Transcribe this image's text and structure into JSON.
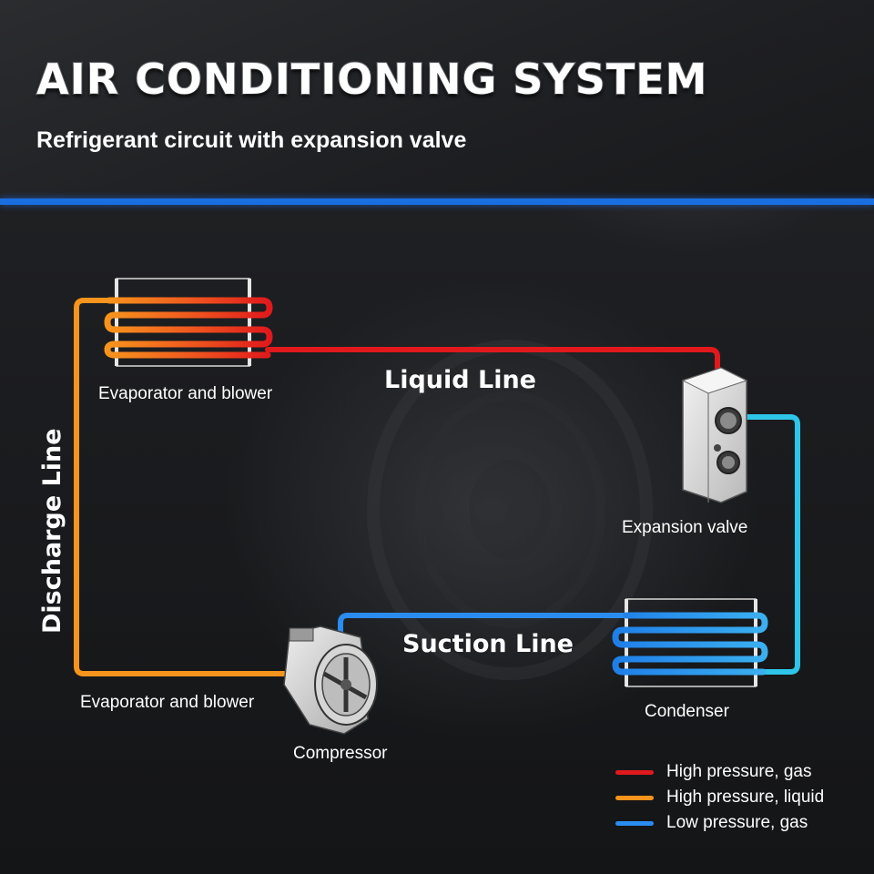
{
  "header": {
    "title": "AIR CONDITIONING SYSTEM",
    "subtitle": "Refrigerant circuit with expansion valve"
  },
  "lines": {
    "liquid": "Liquid Line",
    "suction": "Suction Line",
    "discharge": "Discharge Line"
  },
  "components": {
    "evaporator_top": "Evaporator and blower",
    "evaporator_bottom": "Evaporator and blower",
    "expansion_valve": "Expansion valve",
    "condenser": "Condenser",
    "compressor": "Compressor"
  },
  "legend": [
    {
      "label": "High pressure, gas",
      "color": "#e0191c"
    },
    {
      "label": "High pressure, liquid",
      "color": "#f7941d"
    },
    {
      "label": "Low pressure, gas",
      "color": "#2a8cf0"
    }
  ],
  "colors": {
    "accent_rule": "#1a6fe0",
    "high_pressure_gas": "#e0191c",
    "high_pressure_liquid": "#f7941d",
    "low_pressure_gas": "#2a8cf0",
    "cyan_line": "#2ec6e8"
  }
}
